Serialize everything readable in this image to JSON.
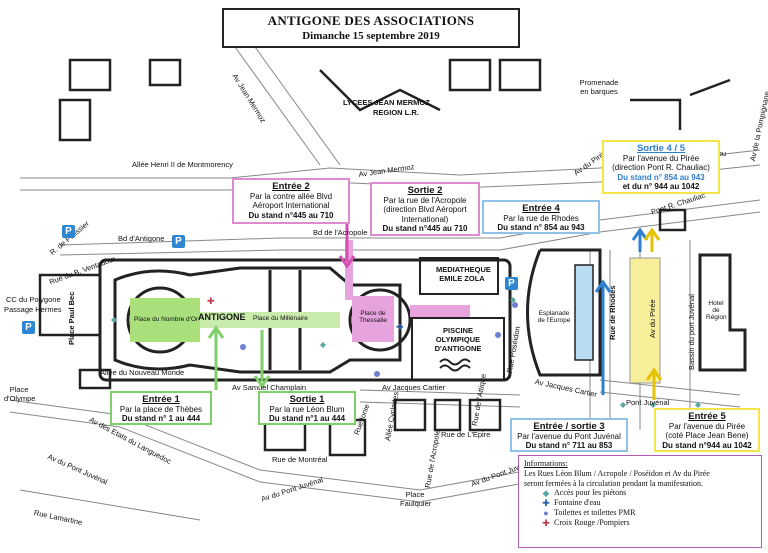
{
  "title": {
    "line1": "ANTIGONE DES ASSOCIATIONS",
    "line2": "Dimanche 15 septembre 2019"
  },
  "streets": {
    "jean_mermoz_top": "Av Jean Mermoz",
    "lycees": "LYCEES JEAN MERMOZ",
    "region": "REGION L.R.",
    "promenade": "Promenade en barques",
    "seuil": "Seuil de Montaubérou",
    "pompignane": "Av de la Pompignane",
    "henri": "Allée Henri II de Montmorency",
    "jean_mermoz_mid": "Av Jean Mermoz",
    "av_piree": "Av du Pirée",
    "pont_chauliac": "Pont R. Chauliac",
    "bd_antigone": "Bd d'Antigone",
    "bd_acropole": "Bd de l'Acropole",
    "pelissier": "R. de Pélissier",
    "ventadour": "Rue du B. Ventadour",
    "cc_polygone": "CC du Polygone",
    "passage_hermes": "Passage Hermes",
    "place_paul_bec": "Place Paul Bec",
    "place_nombre_or": "Place du Nombre d'Or",
    "antigone": "ANTIGONE",
    "place_millenaire": "Place du Millénaire",
    "place_thessalie": "Place de Thessalie",
    "mediatheque": "MEDIATHEQUE EMILE ZOLA",
    "piscine": "PISCINE OLYMPIQUE D'ANTIGONE",
    "rue_poseidon": "Rue Poséidon",
    "esplanade": "Esplanade de l'Europe",
    "rue_rhodes": "Rue de Rhodes",
    "av_piree_v": "Av du Pirée",
    "bassin": "Bassin du port Juvénal",
    "hotel_region": "Hotel de Région",
    "allee_nouveau_monde": "Allée du Nouveau Monde",
    "av_samuel": "Av Samuel Champlain",
    "place_olympe": "Place d'Olympe",
    "av_jacques_cartier": "Av Jacques Cartier",
    "av_jacques_cartier2": "Av Jacques Cartier",
    "rue_epire": "Rue de L'Epire",
    "rue_acropole": "Rue de l'Acropole",
    "allee_cyclades": "Allée Cyclades",
    "rue_attique": "Rue de l'Attique",
    "rue_ionie": "Rue Ionie",
    "av_etats": "Av des Etats du Languedoc",
    "rue_montrea": "Rue de Montréal",
    "av_pont_juvenal": "Av du Pont Juvénal",
    "av_pont_juvenal2": "Av du Pont Juvénal",
    "rue_lamartine": "Rue Lamartine",
    "place_faulquier": "Place Faulquier",
    "av_pont_juvenal3": "Av du Pont Juvénal",
    "pont_juvenal": "Pont Juvénal"
  },
  "callouts": {
    "entree2": {
      "head": "Entrée 2",
      "l1": "Par la contre allée Blvd",
      "l2": "Aéroport International",
      "l3": "Du stand n°445 au 710"
    },
    "sortie2": {
      "head": "Sortie 2",
      "l1": "Par la rue de l'Acropole",
      "l2": "(direction Blvd Aéroport",
      "l3": "International)",
      "l4": "Du stand n°445 au 710"
    },
    "entree4": {
      "head": "Entrée 4",
      "l1": "Par la rue de Rhodes",
      "l2": "Du stand n° 854 au 943"
    },
    "sortie45": {
      "head": "Sortie 4 / 5",
      "l1": "Par l'avenue du Pirée",
      "l2": "(direction Pont R. Chauliac)",
      "l3": "Du stand n° 854 au 943",
      "l4": "et du n° 944 au 1042"
    },
    "entree1": {
      "head": "Entrée 1",
      "l1": "Par la place de Thèbes",
      "l2": "Du stand n° 1 au 444"
    },
    "sortie1": {
      "head": "Sortie 1",
      "l1": "Par la rue Léon Blum",
      "l2": "Du stand n°1 au 444"
    },
    "entree3": {
      "head": "Entrée / sortie 3",
      "l1": "Par l'avenue du Pont Juvénal",
      "l2": "Du stand n° 711 au 853"
    },
    "entree5": {
      "head": "Entrée 5",
      "l1": "Par l'avenue du Pirée",
      "l2": "(coté Place Jean Bene)",
      "l3": "Du stand n°944 au 1042"
    }
  },
  "info": {
    "heading": "Informations:",
    "text1": "Les Rues Léon Blum / Acropole / Poséidon et Av du Pirée",
    "text2": "seront fermées à la circulation pendant la manifestation.",
    "legend": [
      {
        "icon": "diamond-icon",
        "symbol": "◆",
        "color": "#5aa8a0",
        "label": "Accès pour les piétons"
      },
      {
        "icon": "cross-icon",
        "symbol": "✚",
        "color": "#1f5aa8",
        "label": "Fontaine d'eau"
      },
      {
        "icon": "dot-icon",
        "symbol": "●",
        "color": "#6d7fd0",
        "label": "Toilettes et toilettes PMR"
      },
      {
        "icon": "red-cross-icon",
        "symbol": "✚",
        "color": "#c2364f",
        "label": "Croix Rouge /Pompiers"
      }
    ]
  },
  "parking": "P",
  "colors": {
    "pink": "#e08ad0",
    "green": "#7fcf6a",
    "blue": "#8ec2e8",
    "yellow": "#f4e64a",
    "lightgreen": "#a9e07c",
    "lightpink": "#e7a3de",
    "lightblue": "#b8dcf2",
    "lightyellow": "#f7ef9a"
  }
}
